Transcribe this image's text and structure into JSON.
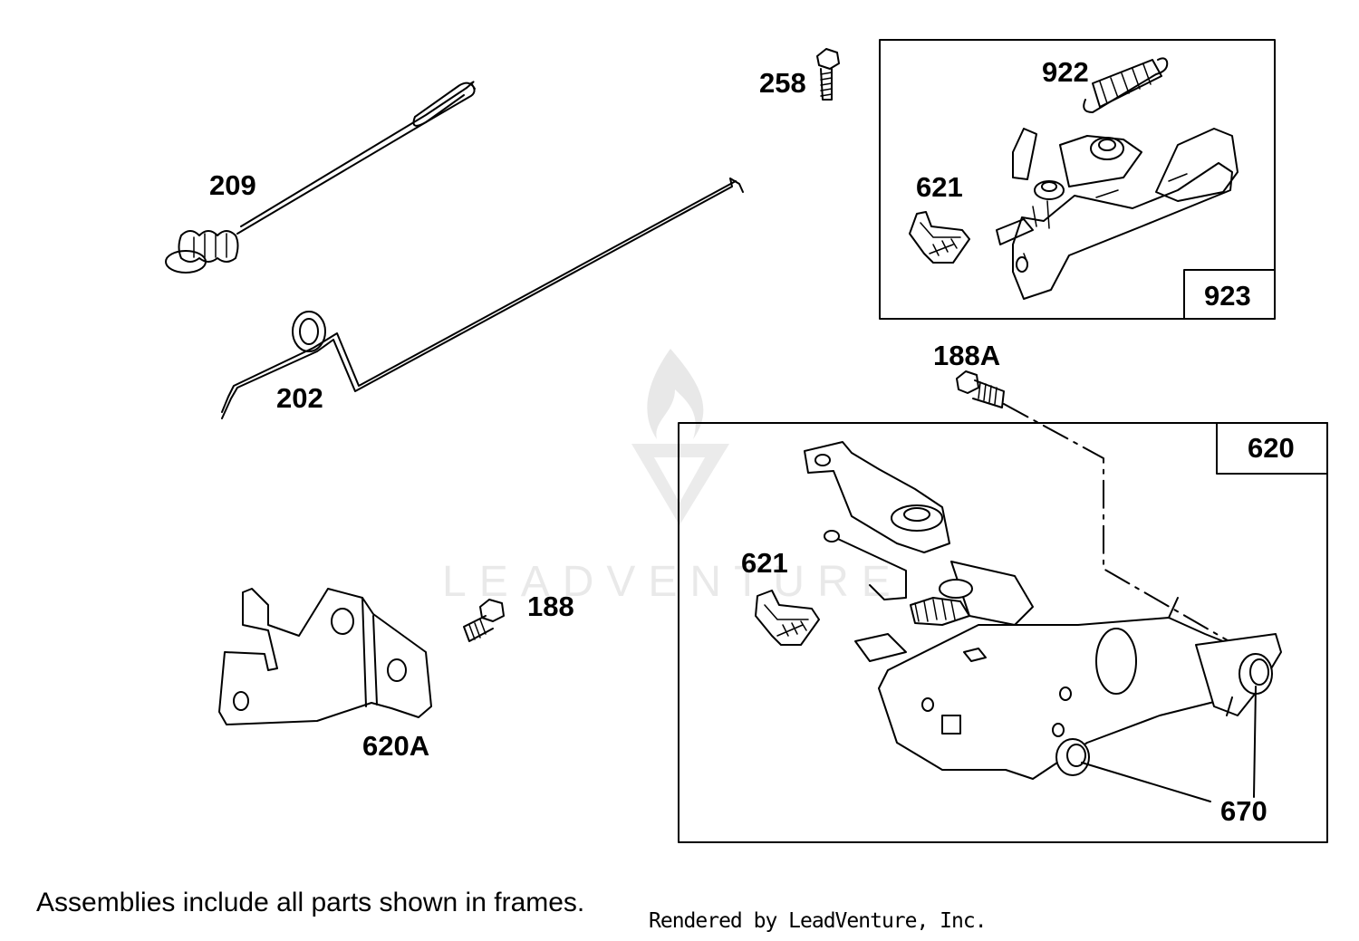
{
  "labels": {
    "p209": "209",
    "p202": "202",
    "p258": "258",
    "p922": "922",
    "p621_top": "621",
    "p923": "923",
    "p188A": "188A",
    "p620": "620",
    "p621_bottom": "621",
    "p188": "188",
    "p620A": "620A",
    "p670": "670"
  },
  "footer": {
    "note": "Assemblies include all parts shown in frames.",
    "credit": "Rendered by LeadVenture, Inc."
  },
  "watermark": {
    "text": "LEADVENTURE",
    "icon": "leadventure-flame-logo"
  }
}
